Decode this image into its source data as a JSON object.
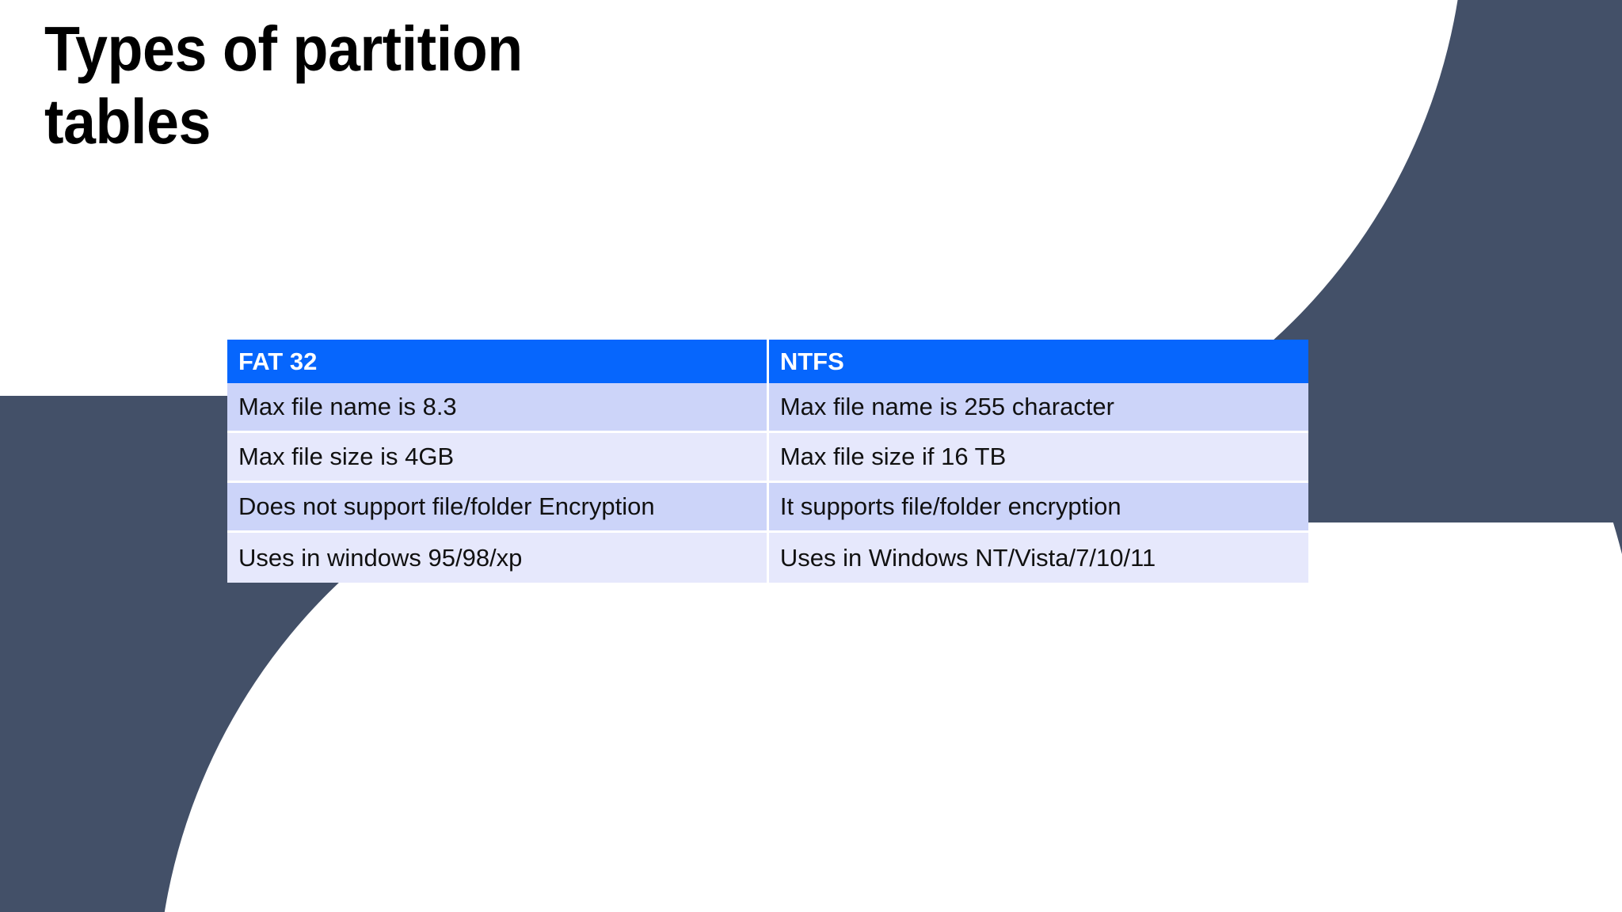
{
  "slide": {
    "title": "Types of partition\ntables",
    "background_color": "#ffffff",
    "accent_color": "#0666fd",
    "decoration_color": "#435068",
    "row_color_a": "#ccd4f9",
    "row_color_b": "#e6e8fc"
  },
  "table": {
    "headers": [
      "FAT 32",
      "NTFS"
    ],
    "rows": [
      [
        "Max file name is 8.3",
        "Max file name is 255 character"
      ],
      [
        "Max file size is 4GB",
        "Max file size if 16 TB"
      ],
      [
        "Does not support file/folder Encryption",
        "It supports file/folder encryption"
      ],
      [
        "Uses in windows 95/98/xp",
        "Uses in Windows NT/Vista/7/10/11"
      ]
    ]
  }
}
